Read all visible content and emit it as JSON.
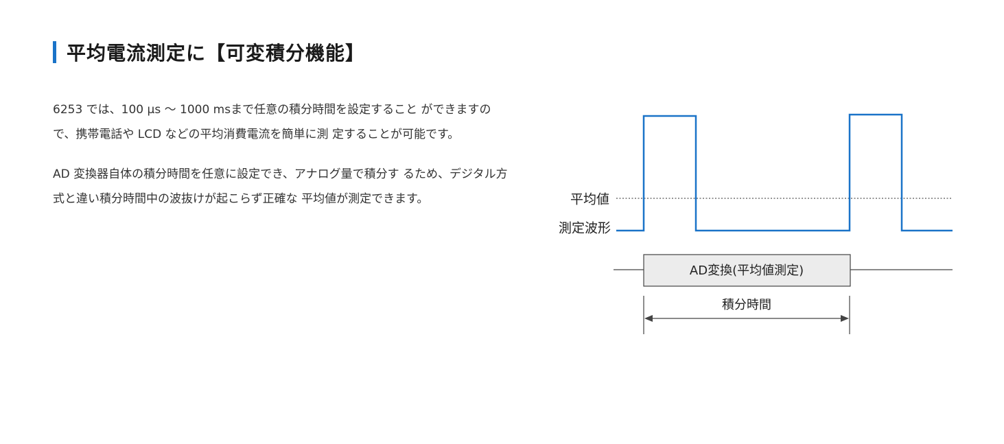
{
  "heading": {
    "title": "平均電流測定に【可変積分機能】"
  },
  "body": {
    "paragraphs": [
      "6253 では、100 μs 〜 1000 msまで任意の積分時間を設定すること ができますので、携帯電話や LCD などの平均消費電流を簡単に測 定することが可能です。",
      "AD 変換器自体の積分時間を任意に設定でき、アナログ量で積分す るため、デジタル方式と違い積分時間中の波抜けが起こらず正確な 平均値が測定できます。"
    ]
  },
  "diagram": {
    "average_label": "平均値",
    "waveform_label": "測定波形",
    "ad_box_label": "AD変換(平均値測定)",
    "integration_label": "積分時間",
    "colors": {
      "waveform": "#1a73c8",
      "box_fill": "#ececec",
      "line": "#444444"
    }
  }
}
